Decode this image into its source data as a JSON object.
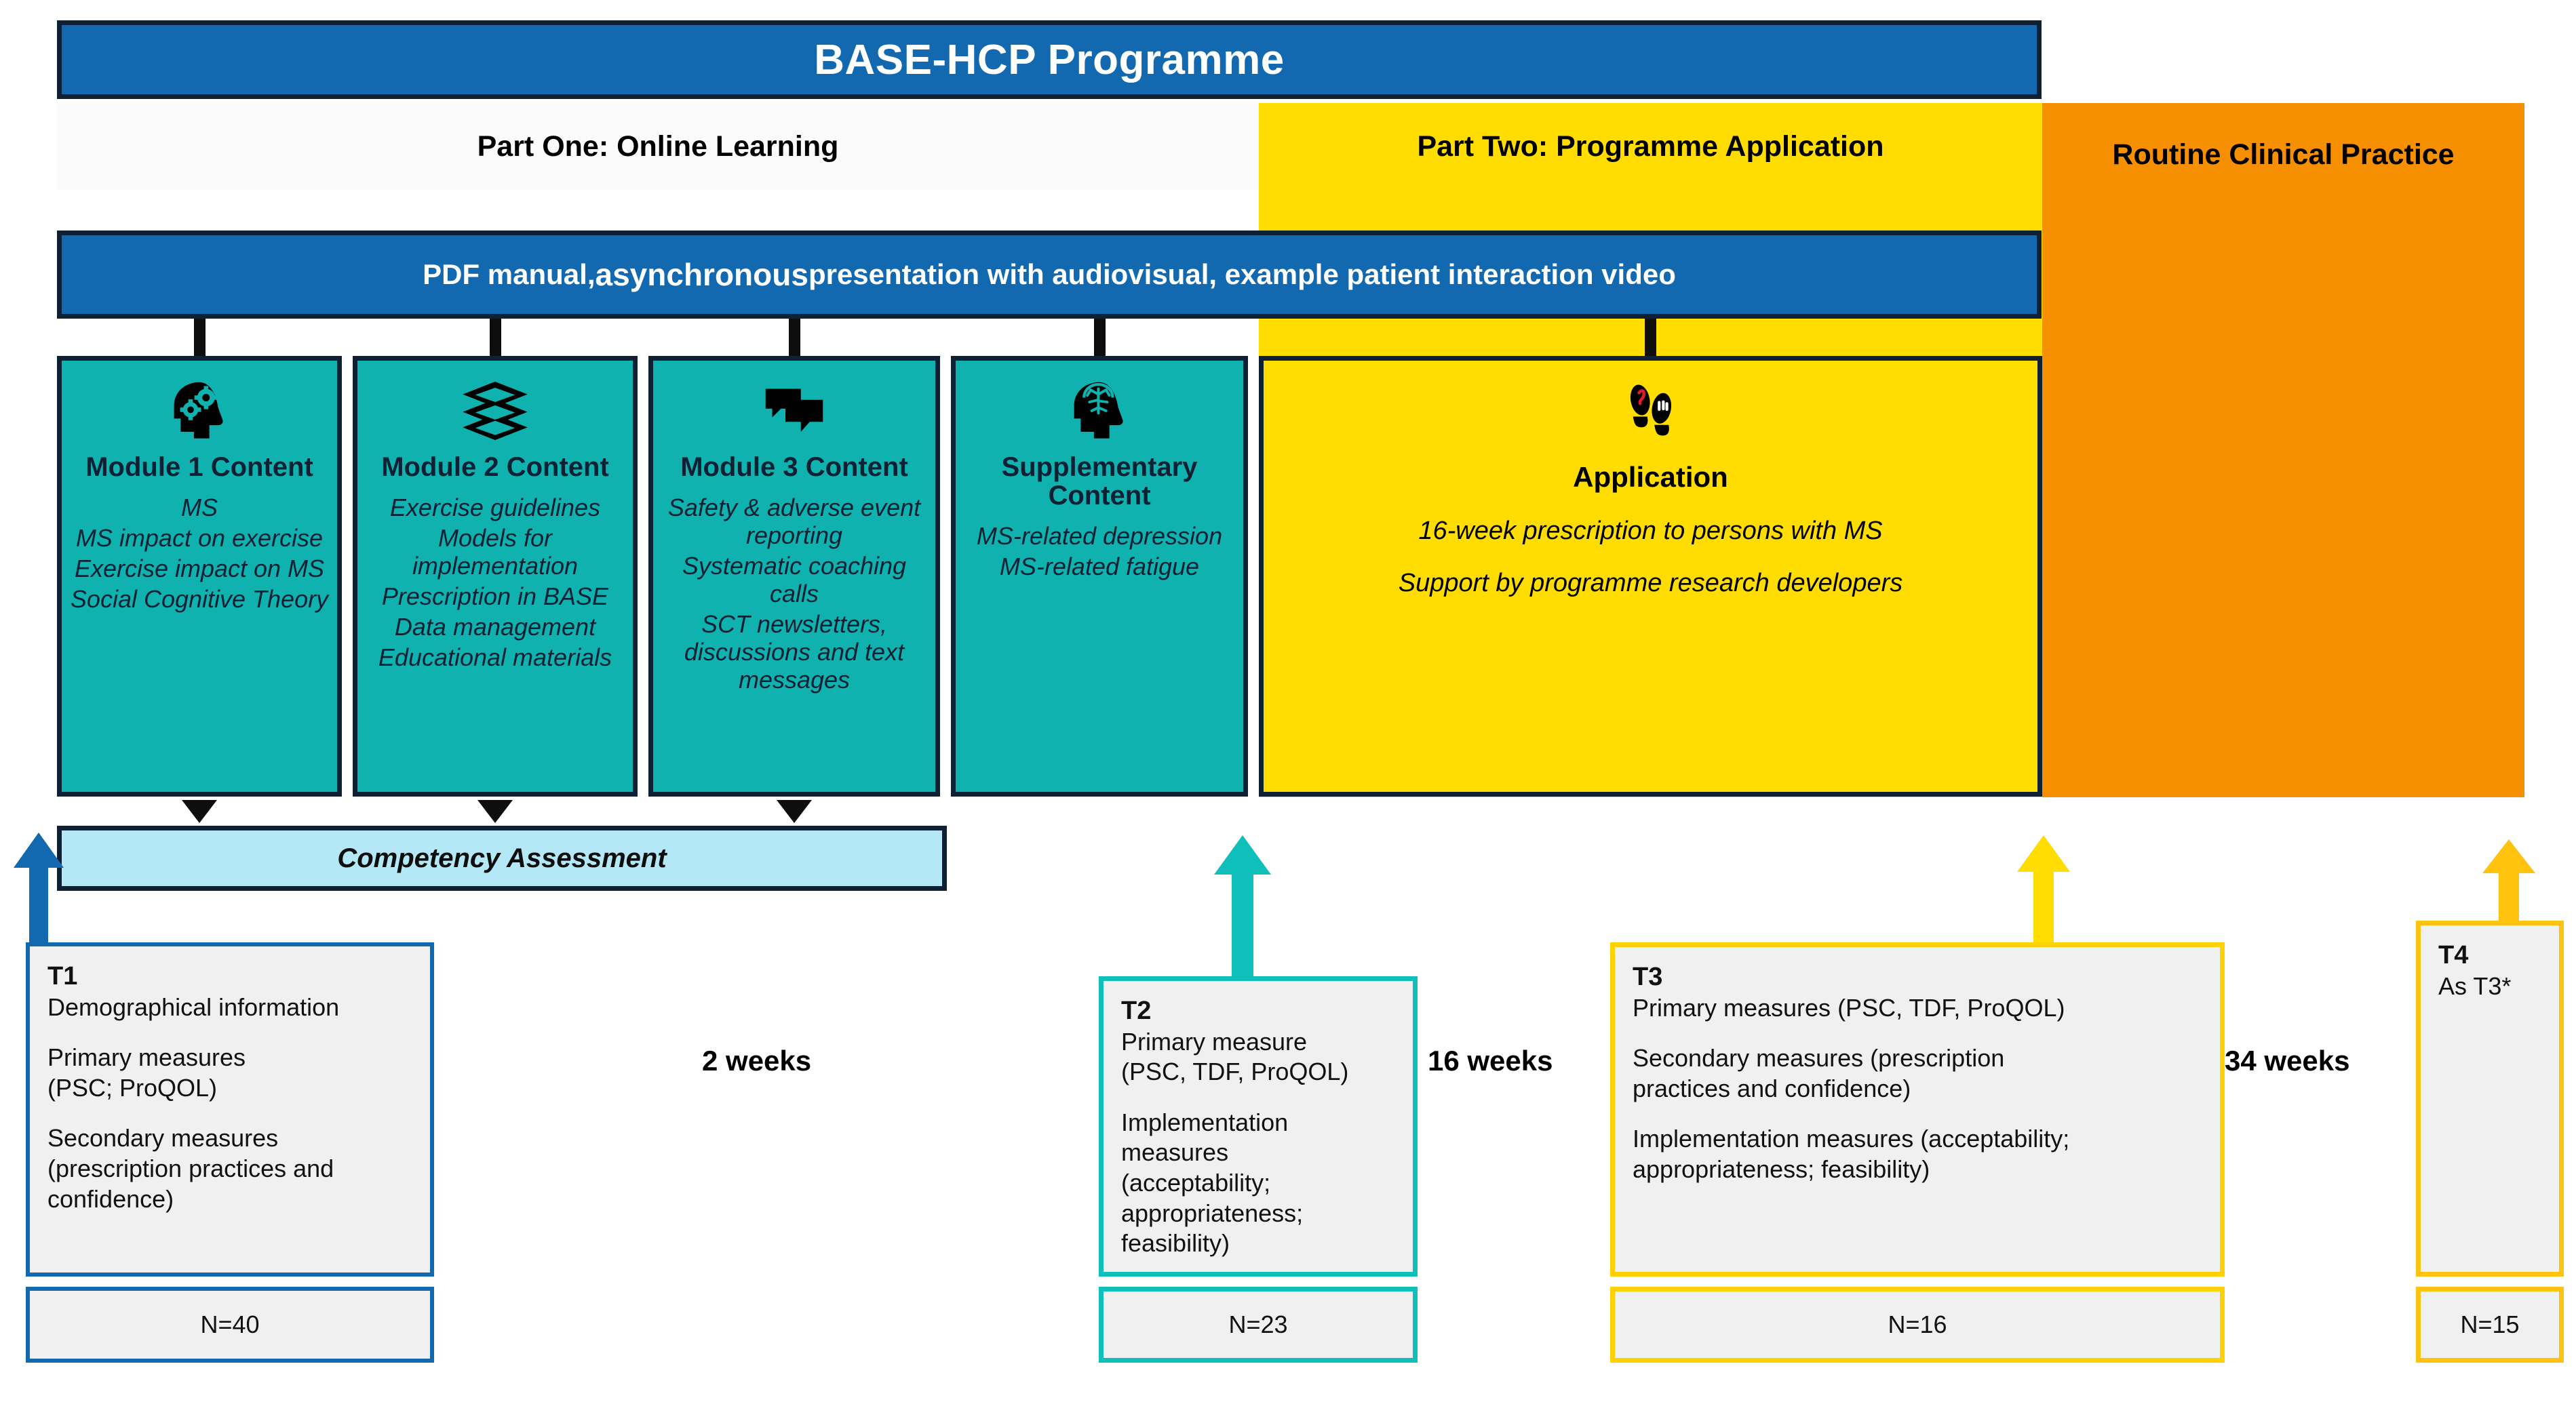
{
  "title_bar": {
    "text": "BASE-HCP Programme"
  },
  "bands": {
    "part_one": "Part One: Online Learning",
    "part_two": "Part Two: Programme Application",
    "routine": "Routine Clinical Practice"
  },
  "delivery_bar": {
    "pre": "PDF manual, ",
    "emphasis": "asynchronous",
    "post": " presentation with audiovisual, example patient interaction video"
  },
  "modules": [
    {
      "icon": "head-gears-icon",
      "title": "Module 1 Content",
      "items": [
        "MS",
        "MS impact on exercise",
        "Exercise impact on MS",
        "Social Cognitive Theory"
      ]
    },
    {
      "icon": "books-stack-icon",
      "title": "Module 2 Content",
      "items": [
        "Exercise guidelines",
        "Models for implementation",
        "Prescription in BASE",
        "Data management",
        "Educational materials"
      ]
    },
    {
      "icon": "speech-bubbles-icon",
      "title": "Module 3 Content",
      "items": [
        "Safety & adverse event reporting",
        "Systematic coaching calls",
        "SCT newsletters, discussions and text messages"
      ]
    },
    {
      "icon": "head-brain-icon",
      "title": "Supplementary Content",
      "items": [
        "MS-related depression",
        "MS-related fatigue"
      ]
    }
  ],
  "application": {
    "icon": "footprints-icon",
    "title": "Application",
    "items": [
      "16-week prescription to persons with MS",
      "Support by programme research developers"
    ]
  },
  "competency": {
    "label": "Competency Assessment"
  },
  "timepoints": [
    {
      "tag": "T1",
      "lines": [
        "Demographical information",
        "",
        "Primary measures",
        "(PSC; ProQOL)",
        "",
        "Secondary measures",
        "(prescription practices and",
        "confidence)"
      ],
      "n_label": "N=40"
    },
    {
      "tag": "T2",
      "lines": [
        "Primary measure",
        "(PSC, TDF, ProQOL)",
        "",
        "Implementation",
        "measures",
        "(acceptability;",
        "appropriateness;",
        "feasibility)"
      ],
      "n_label": "N=23"
    },
    {
      "tag": "T3",
      "lines": [
        "Primary measures (PSC, TDF, ProQOL)",
        "",
        "Secondary measures (prescription",
        "practices and confidence)",
        "",
        "Implementation measures (acceptability;",
        "appropriateness; feasibility)"
      ],
      "n_label": "N=16"
    },
    {
      "tag": "T4",
      "lines": [
        "As T3*"
      ],
      "n_label": "N=15"
    }
  ],
  "intervals": {
    "first": "2 weeks",
    "second": "16 weeks",
    "third": "34 weeks"
  },
  "colors": {
    "brand_blue": "#1269B0",
    "teal": "#0FB2AF",
    "yellow": "#FFDD00",
    "orange": "#F79000",
    "light_blue": "#B5E8F7",
    "outline": "#0e2033",
    "box_fill": "#F0F0F0"
  }
}
